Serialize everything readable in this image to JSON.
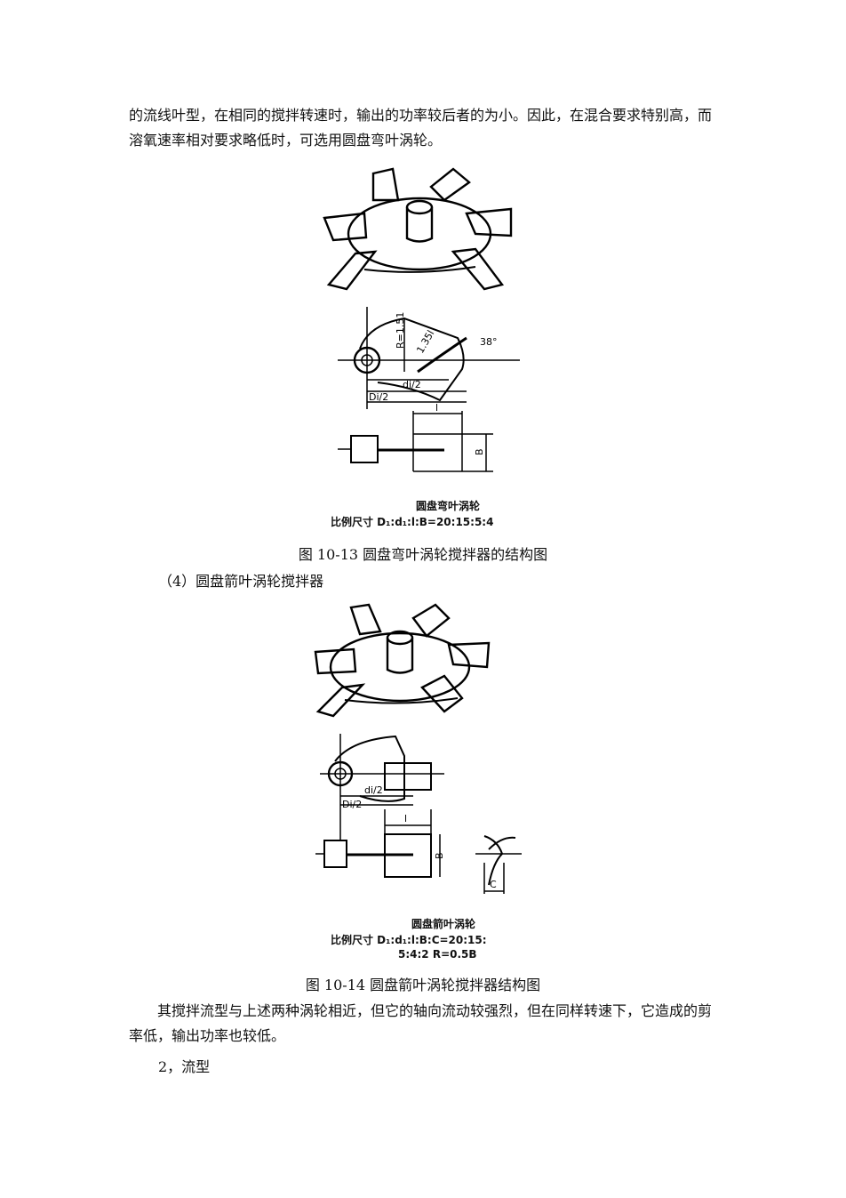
{
  "text": {
    "para_top": "的流线叶型，在相同的搅拌转速时，输出的功率较后者的为小。因此，在混合要求特别高，而溶氧速率相对要求略低时，可选用圆盘弯叶涡轮。",
    "caption_1013": "图 10-13 圆盘弯叶涡轮搅拌器的结构图",
    "subheading_4": "（4）圆盘箭叶涡轮搅拌器",
    "caption_1014": "图 10-14 圆盘箭叶涡轮搅拌器结构图",
    "para_bottom": "其搅拌流型与上述两种涡轮相近，但它的轴向流动较强烈，但在同样转速下，它造成的剪率低，输出功率也较低。",
    "section_2": "2，流型"
  },
  "fig1": {
    "label_r151": "R=1.51",
    "label_r135": "1.35l",
    "label_angle": "38°",
    "label_di2": "di/2",
    "label_Di2": "Di/2",
    "label_l": "l",
    "label_B": "B",
    "title": "圆盘弯叶涡轮",
    "ratio": "比例尺寸 D₁:d₁:l:B=20:15:5:4"
  },
  "fig2": {
    "label_di2": "di/2",
    "label_Di2": "Di/2",
    "label_l": "l",
    "label_B": "B",
    "label_C": "C",
    "title": "圆盘箭叶涡轮",
    "ratio_1": "比例尺寸 D₁:d₁:l:B:C=20:15:",
    "ratio_2": "5:4:2  R=0.5B"
  }
}
